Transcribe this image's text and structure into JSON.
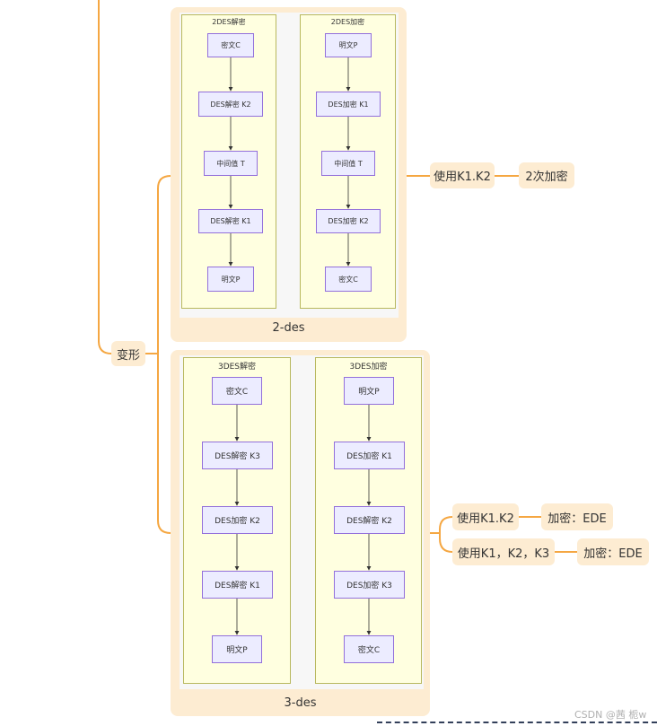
{
  "mindmap": {
    "branch_label": "变形",
    "two_des": {
      "caption": "2-des",
      "side_label": "使用K1.K2",
      "side_child": "2次加密",
      "decrypt_lane": {
        "title": "2DES解密",
        "nodes": [
          "密文C",
          "DES解密 K2",
          "中间值 T",
          "DES解密 K1",
          "明文P"
        ]
      },
      "encrypt_lane": {
        "title": "2DES加密",
        "nodes": [
          "明文P",
          "DES加密 K1",
          "中间值 T",
          "DES加密 K2",
          "密文C"
        ]
      }
    },
    "three_des": {
      "caption": "3-des",
      "side_items": [
        {
          "label": "使用K1.K2",
          "child": "加密：EDE"
        },
        {
          "label": "使用K1，K2，K3",
          "child": "加密：EDE"
        }
      ],
      "decrypt_lane": {
        "title": "3DES解密",
        "nodes": [
          "密文C",
          "DES解密 K3",
          "DES加密 K2",
          "DES解密 K1",
          "明文P"
        ]
      },
      "encrypt_lane": {
        "title": "3DES加密",
        "nodes": [
          "明文P",
          "DES加密 K1",
          "DES解密 K2",
          "DES加密 K3",
          "密文C"
        ]
      }
    }
  },
  "watermark": "CSDN @茜 栀w",
  "colors": {
    "connector": "#f5a742",
    "pill": "#fdecd2",
    "lane_fill": "#ffffe0",
    "lane_border": "#b8b85e",
    "node_fill": "#ececff",
    "node_border": "#9370db"
  }
}
